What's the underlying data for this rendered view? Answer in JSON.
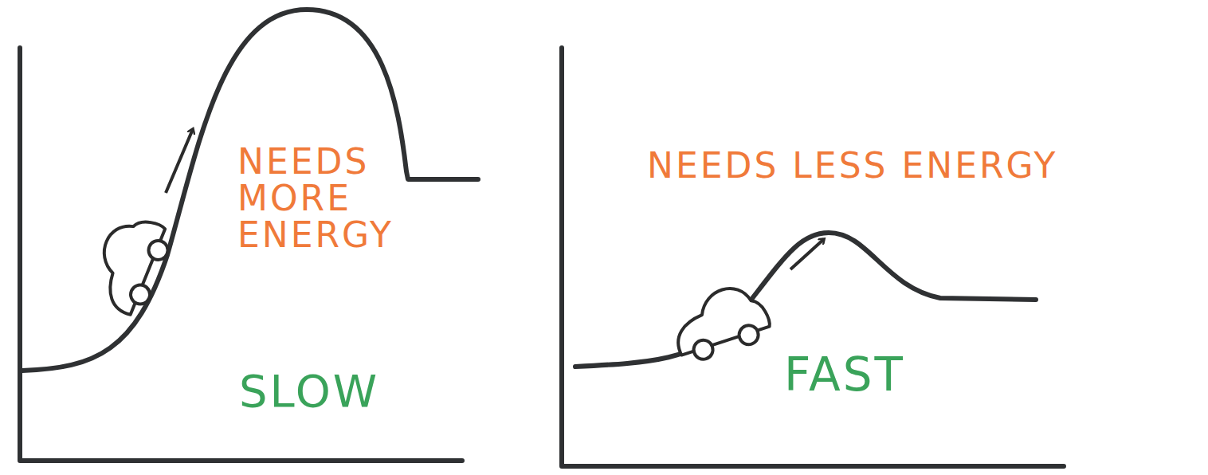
{
  "diagram": {
    "labels": [
      "NEEDS MORE ENERGY",
      "SLOW",
      "NEEDS LESS ENERGY",
      "FAST"
    ]
  }
}
